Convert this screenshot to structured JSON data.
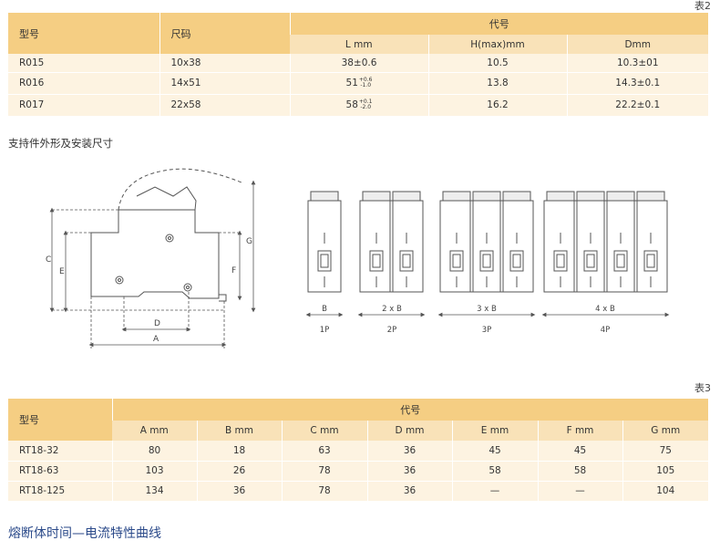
{
  "table2": {
    "label": "表2",
    "model_header": "型号",
    "size_header": "尺码",
    "code_header": "代号",
    "sub_headers": [
      "L mm",
      "H(max)mm",
      "Dmm"
    ],
    "rows": [
      {
        "model": "R015",
        "size": "10x38",
        "L": "38±0.6",
        "L_sup": "",
        "L_sub": "",
        "H": "10.5",
        "D": "10.3±01"
      },
      {
        "model": "R016",
        "size": "14x51",
        "L": "51",
        "L_sup": "+0.6",
        "L_sub": "-1.0",
        "H": "13.8",
        "D": "14.3±0.1"
      },
      {
        "model": "R017",
        "size": "22x58",
        "L": "58",
        "L_sup": "+0.1",
        "L_sub": "-2.0",
        "H": "16.2",
        "D": "22.2±0.1"
      }
    ]
  },
  "diagram": {
    "section_title": "支持件外形及安装尺寸",
    "dims": {
      "A": "A",
      "B": "B",
      "C": "C",
      "D": "D",
      "E": "E",
      "F": "F",
      "G": "G"
    },
    "widths": [
      "B",
      "2 x B",
      "3 x B",
      "4 x B"
    ],
    "poles": [
      "1P",
      "2P",
      "3P",
      "4P"
    ]
  },
  "table3": {
    "label": "表3",
    "model_header": "型号",
    "code_header": "代号",
    "sub_headers": [
      "A  mm",
      "B  mm",
      "C  mm",
      "D  mm",
      "E  mm",
      "F  mm",
      "G  mm"
    ],
    "rows": [
      {
        "model": "RT18-32",
        "vals": [
          "80",
          "18",
          "63",
          "36",
          "45",
          "45",
          "75"
        ]
      },
      {
        "model": "RT18-63",
        "vals": [
          "103",
          "26",
          "78",
          "36",
          "58",
          "58",
          "105"
        ]
      },
      {
        "model": "RT18-125",
        "vals": [
          "134",
          "36",
          "78",
          "36",
          "—",
          "—",
          "104"
        ]
      }
    ]
  },
  "bottom_title": "熔断体时间—电流特性曲线",
  "colors": {
    "header": "#f5ce83",
    "subheader": "#f9e2b8",
    "row": "#fdf3e1",
    "title": "#2b4a8a"
  }
}
